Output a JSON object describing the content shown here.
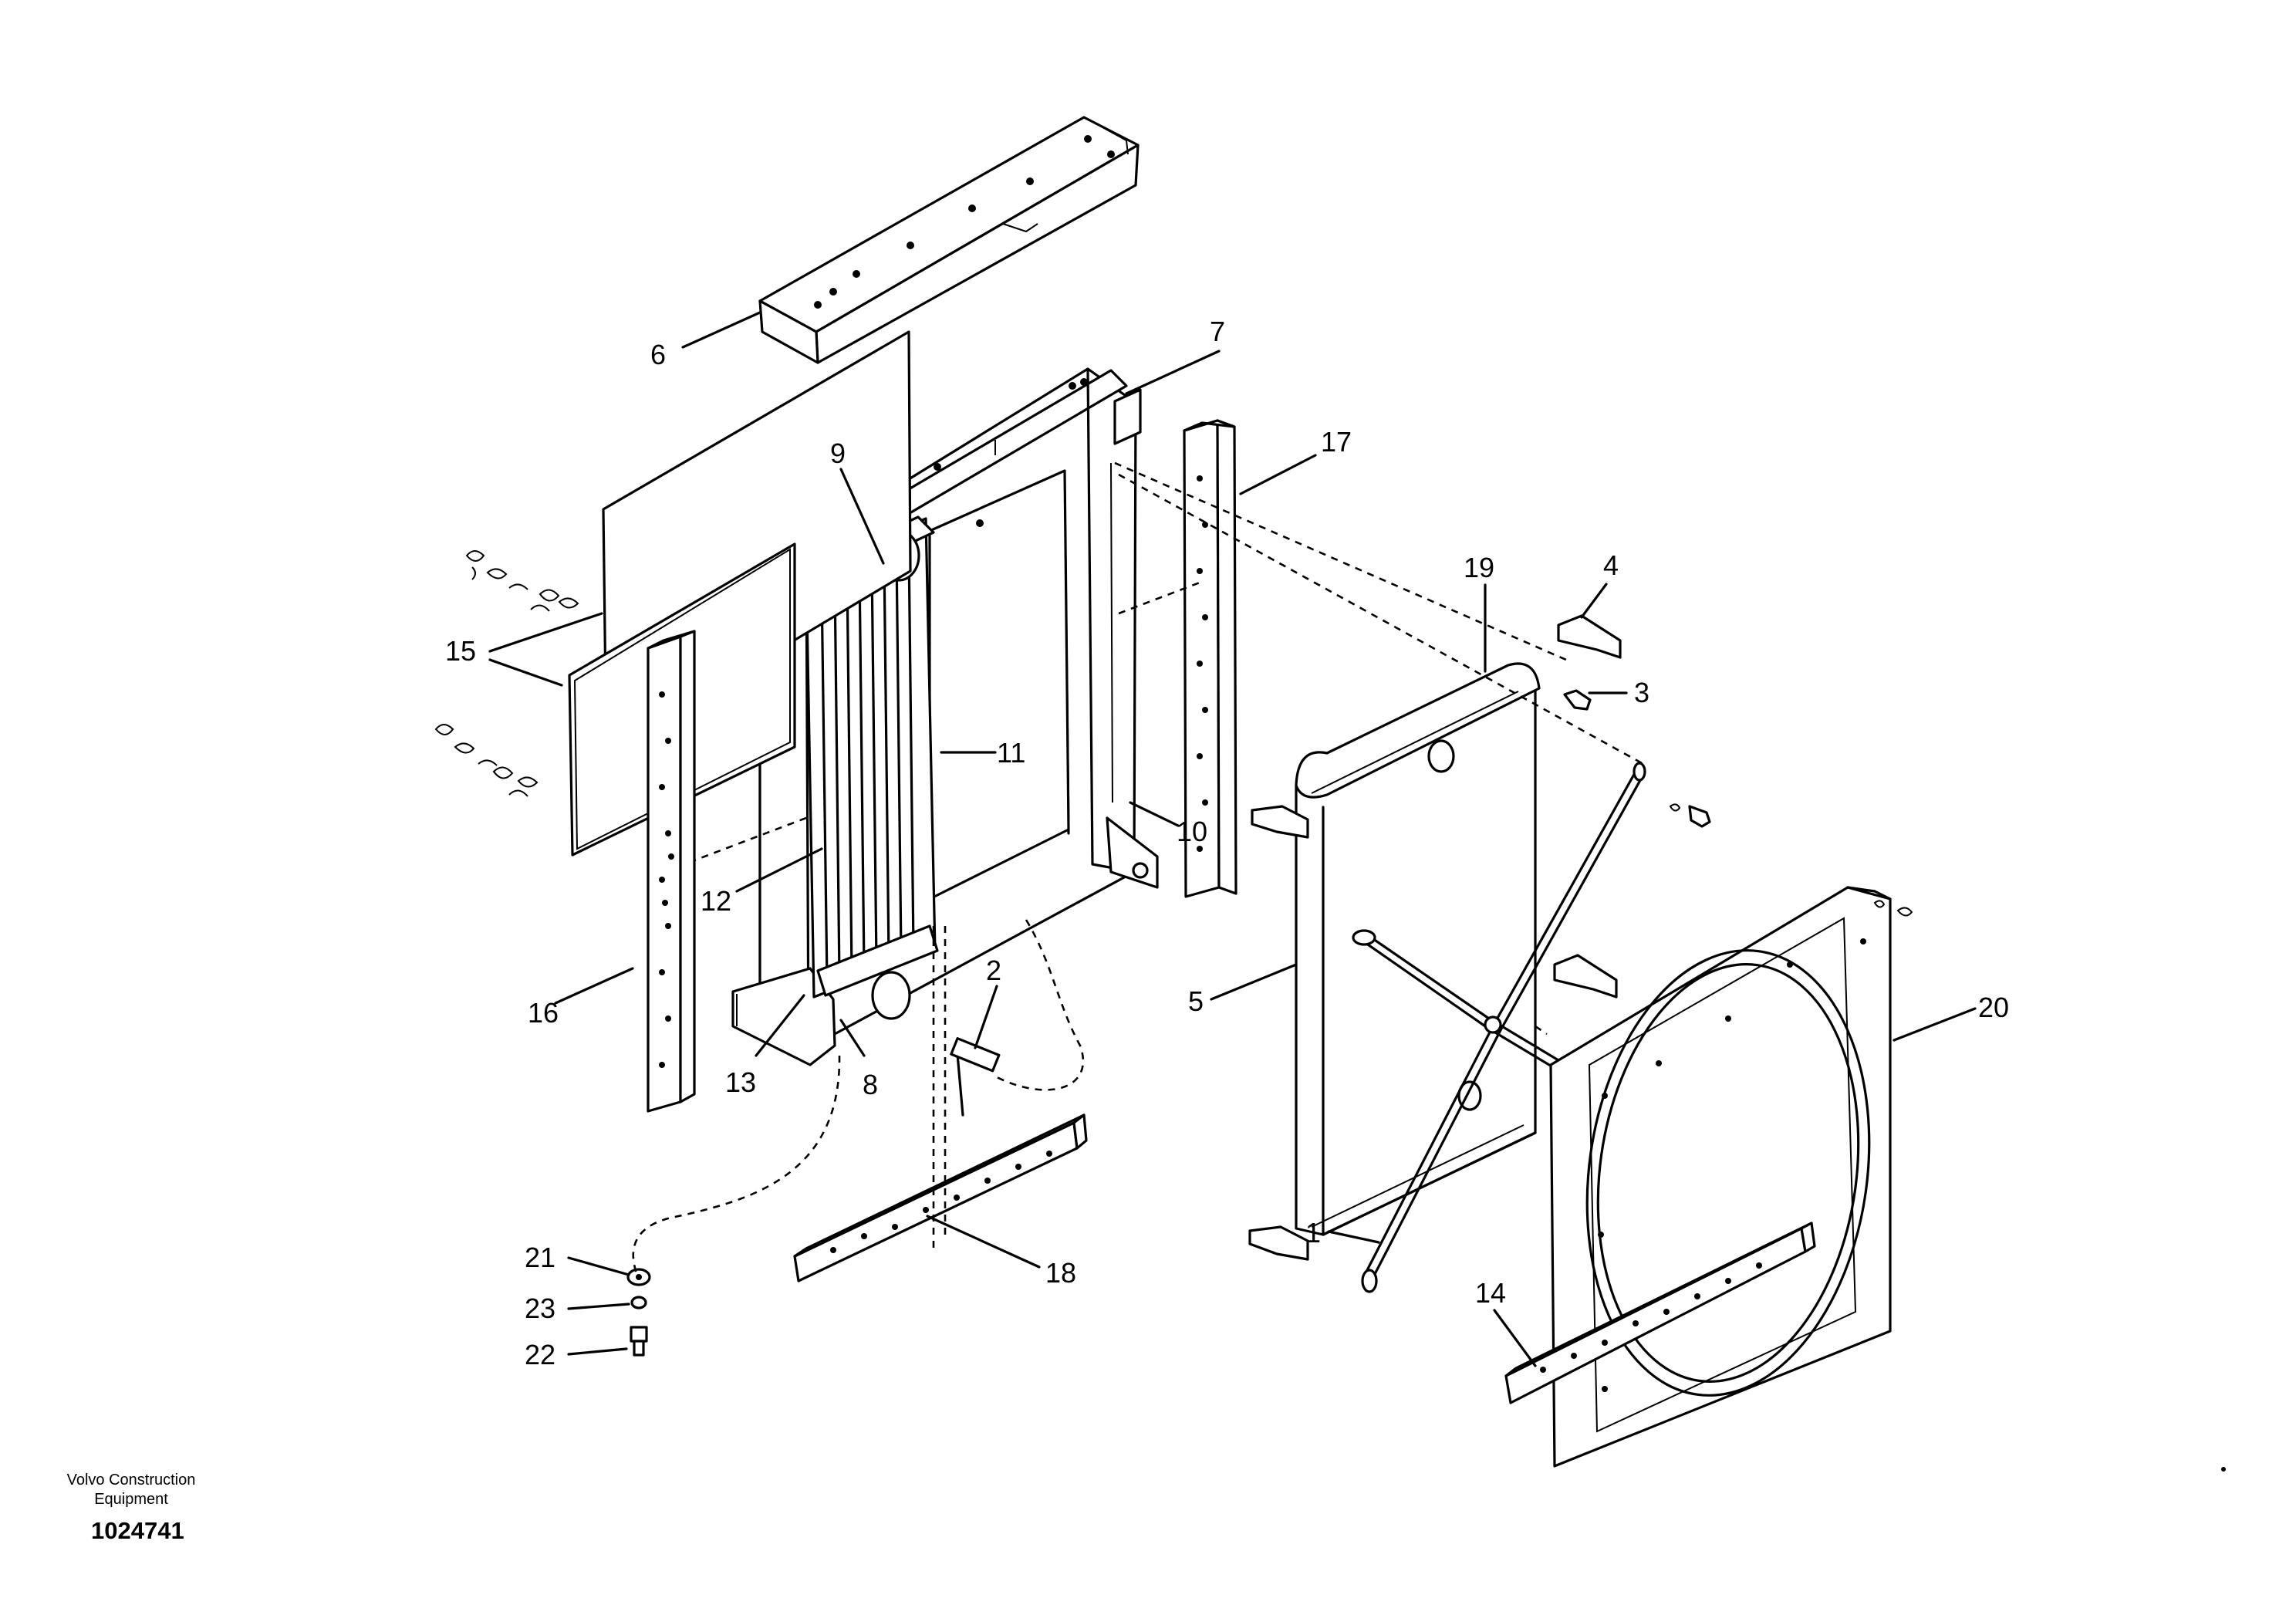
{
  "diagram": {
    "callouts": [
      "1",
      "2",
      "3",
      "4",
      "5",
      "6",
      "7",
      "8",
      "9",
      "10",
      "11",
      "12",
      "13",
      "14",
      "15",
      "16",
      "17",
      "18",
      "19",
      "20",
      "21",
      "22",
      "23"
    ],
    "parts": [
      "upper-bracket",
      "frame-plate",
      "main-frame",
      "cooler-core",
      "tube-bundle",
      "front-pillar",
      "rear-pillar",
      "lower-beam",
      "side-beam",
      "radiator",
      "fan-shroud",
      "fan-ring",
      "stay-rod",
      "clamp",
      "hose-clip",
      "cap-bolt",
      "washer",
      "lock-washer",
      "bolt"
    ]
  },
  "footer": {
    "brand_line1": "Volvo Construction",
    "brand_line2": "Equipment",
    "doc_number": "1024741"
  }
}
